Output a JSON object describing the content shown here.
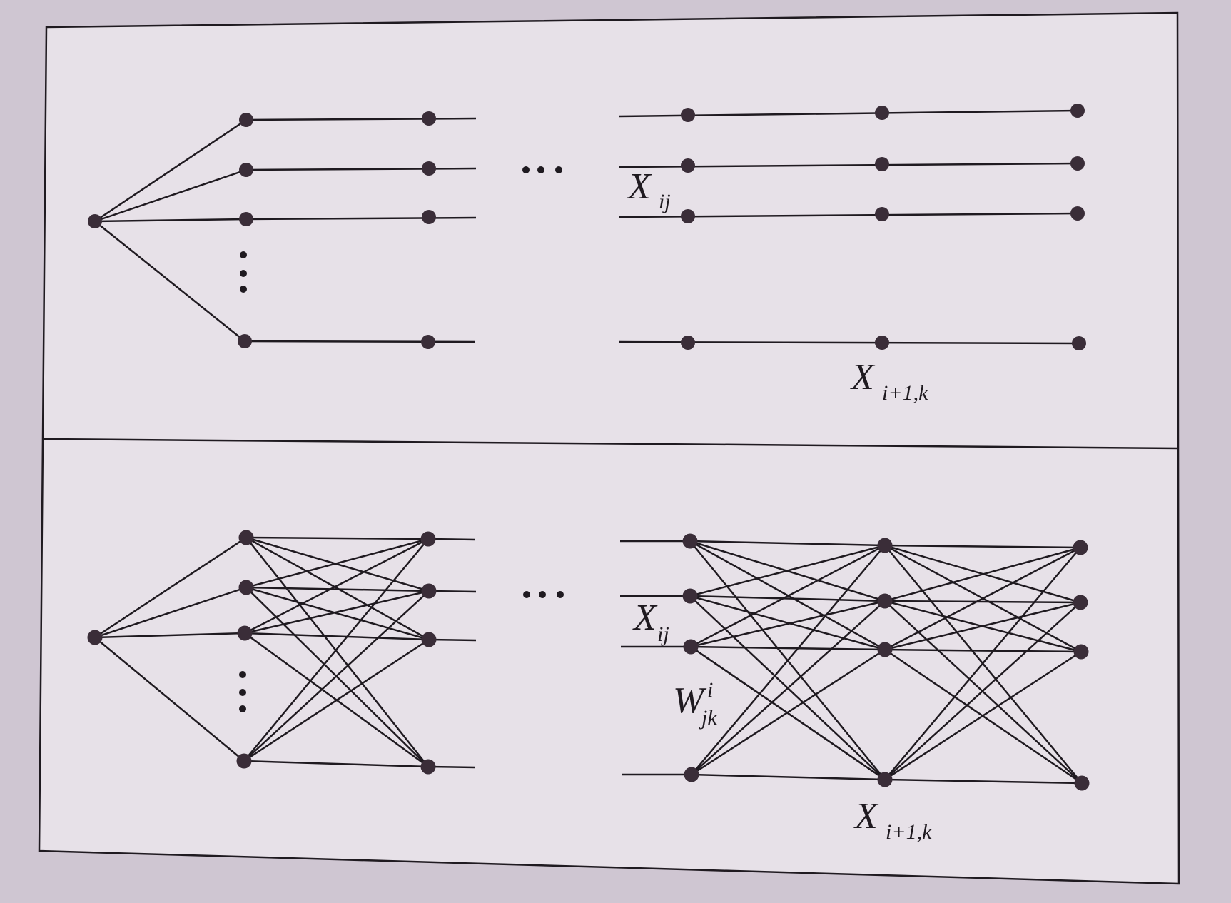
{
  "colors": {
    "page": "#cfc6d2",
    "panel": "#e7e1e8",
    "ink": "#1f1a20",
    "node": "#3a2d38"
  },
  "panel_top": {
    "label_x_ij": {
      "main": "X",
      "sub": "ij"
    },
    "label_x_next": {
      "main": "X",
      "sub": "i+1,k"
    }
  },
  "panel_bottom": {
    "label_x_ij": {
      "main": "X",
      "sub": "ij"
    },
    "label_w": {
      "main": "W",
      "sup": "i",
      "sub": "jk"
    },
    "label_x_next": {
      "main": "X",
      "sub": "i+1,k"
    }
  }
}
